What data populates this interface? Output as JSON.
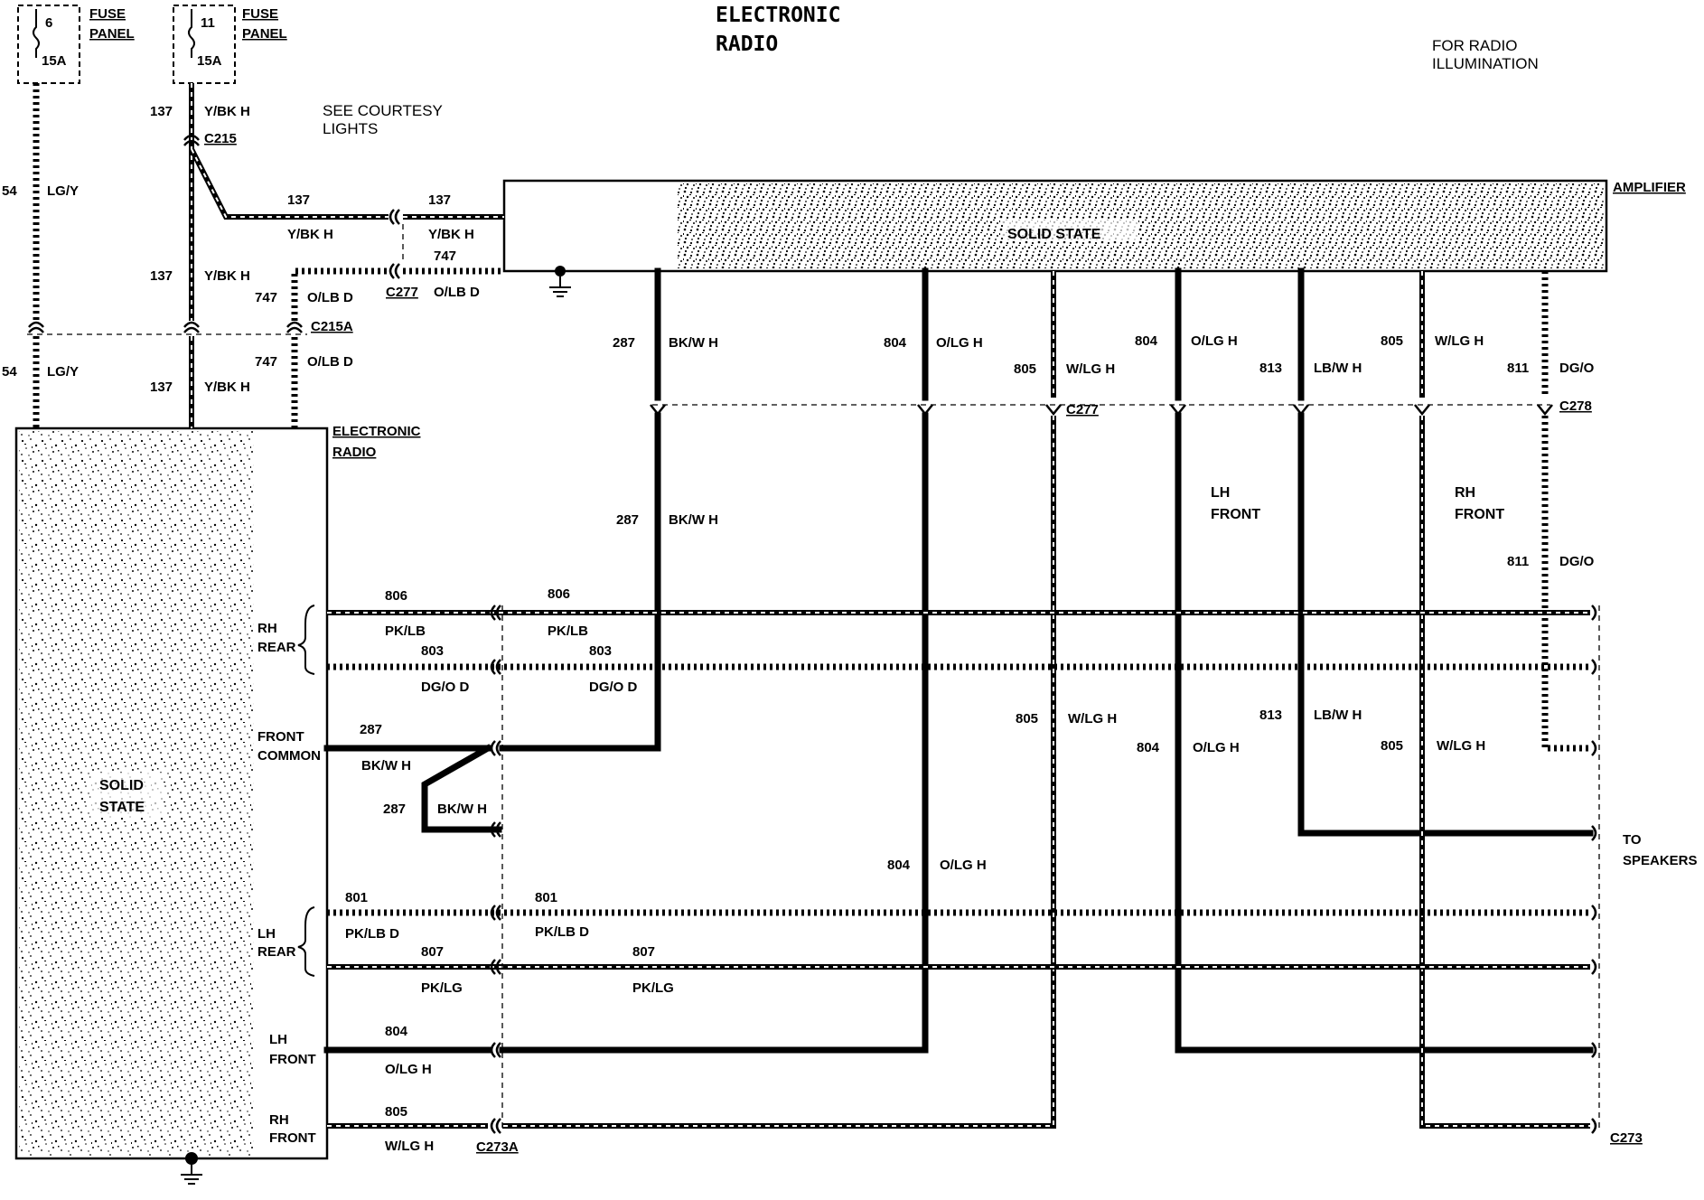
{
  "title": {
    "line1": "ELECTRONIC",
    "line2": "RADIO"
  },
  "notes": {
    "radio_illumination_1": "FOR RADIO",
    "radio_illumination_2": "ILLUMINATION",
    "courtesy_1": "SEE COURTESY",
    "courtesy_2": "LIGHTS",
    "speakers_1": "TO",
    "speakers_2": "SPEAKERS"
  },
  "fuses": [
    {
      "number": "6",
      "rating": "15A",
      "label_1": "FUSE",
      "label_2": "PANEL"
    },
    {
      "number": "11",
      "rating": "15A",
      "label_1": "FUSE",
      "label_2": "PANEL"
    }
  ],
  "amplifier": {
    "name": "AMPLIFIER",
    "text": "SOLID STATE"
  },
  "radio_unit": {
    "name_1": "ELECTRONIC",
    "name_2": "RADIO",
    "text_1": "SOLID",
    "text_2": "STATE",
    "rh_rear_1": "RH",
    "rh_rear_2": "REAR",
    "front_common_1": "FRONT",
    "front_common_2": "COMMON",
    "lh_rear_1": "LH",
    "lh_rear_2": "REAR",
    "lh_front_1": "LH",
    "lh_front_2": "FRONT",
    "rh_front_1": "RH",
    "rh_front_2": "FRONT"
  },
  "speaker_groups": {
    "lh_front_1": "LH",
    "lh_front_2": "FRONT",
    "rh_front_1": "RH",
    "rh_front_2": "FRONT"
  },
  "connectors": {
    "c215": "C215",
    "c215a": "C215A",
    "c277": "C277",
    "c277b": "C277",
    "c278": "C278",
    "c273": "C273",
    "c273a": "C273A"
  },
  "circuits": {
    "c54": "54",
    "lg_y": "LG/Y",
    "c137": "137",
    "y_bk_h": "Y/BK H",
    "c747": "747",
    "o_lb_d": "O/LB D",
    "c287": "287",
    "bk_wh": "BK/W H",
    "c804": "804",
    "o_lg_h": "O/LG H",
    "c805": "805",
    "w_lg_h": "W/LG H",
    "c813": "813",
    "lb_wh": "LB/W H",
    "c811": "811",
    "dg_o": "DG/O",
    "c806": "806",
    "pk_lb": "PK/LB",
    "c803": "803",
    "dg_o_d": "DG/O D",
    "c801": "801",
    "pk_lb_d": "PK/LB D",
    "c807": "807",
    "pk_lg": "PK/LG"
  }
}
